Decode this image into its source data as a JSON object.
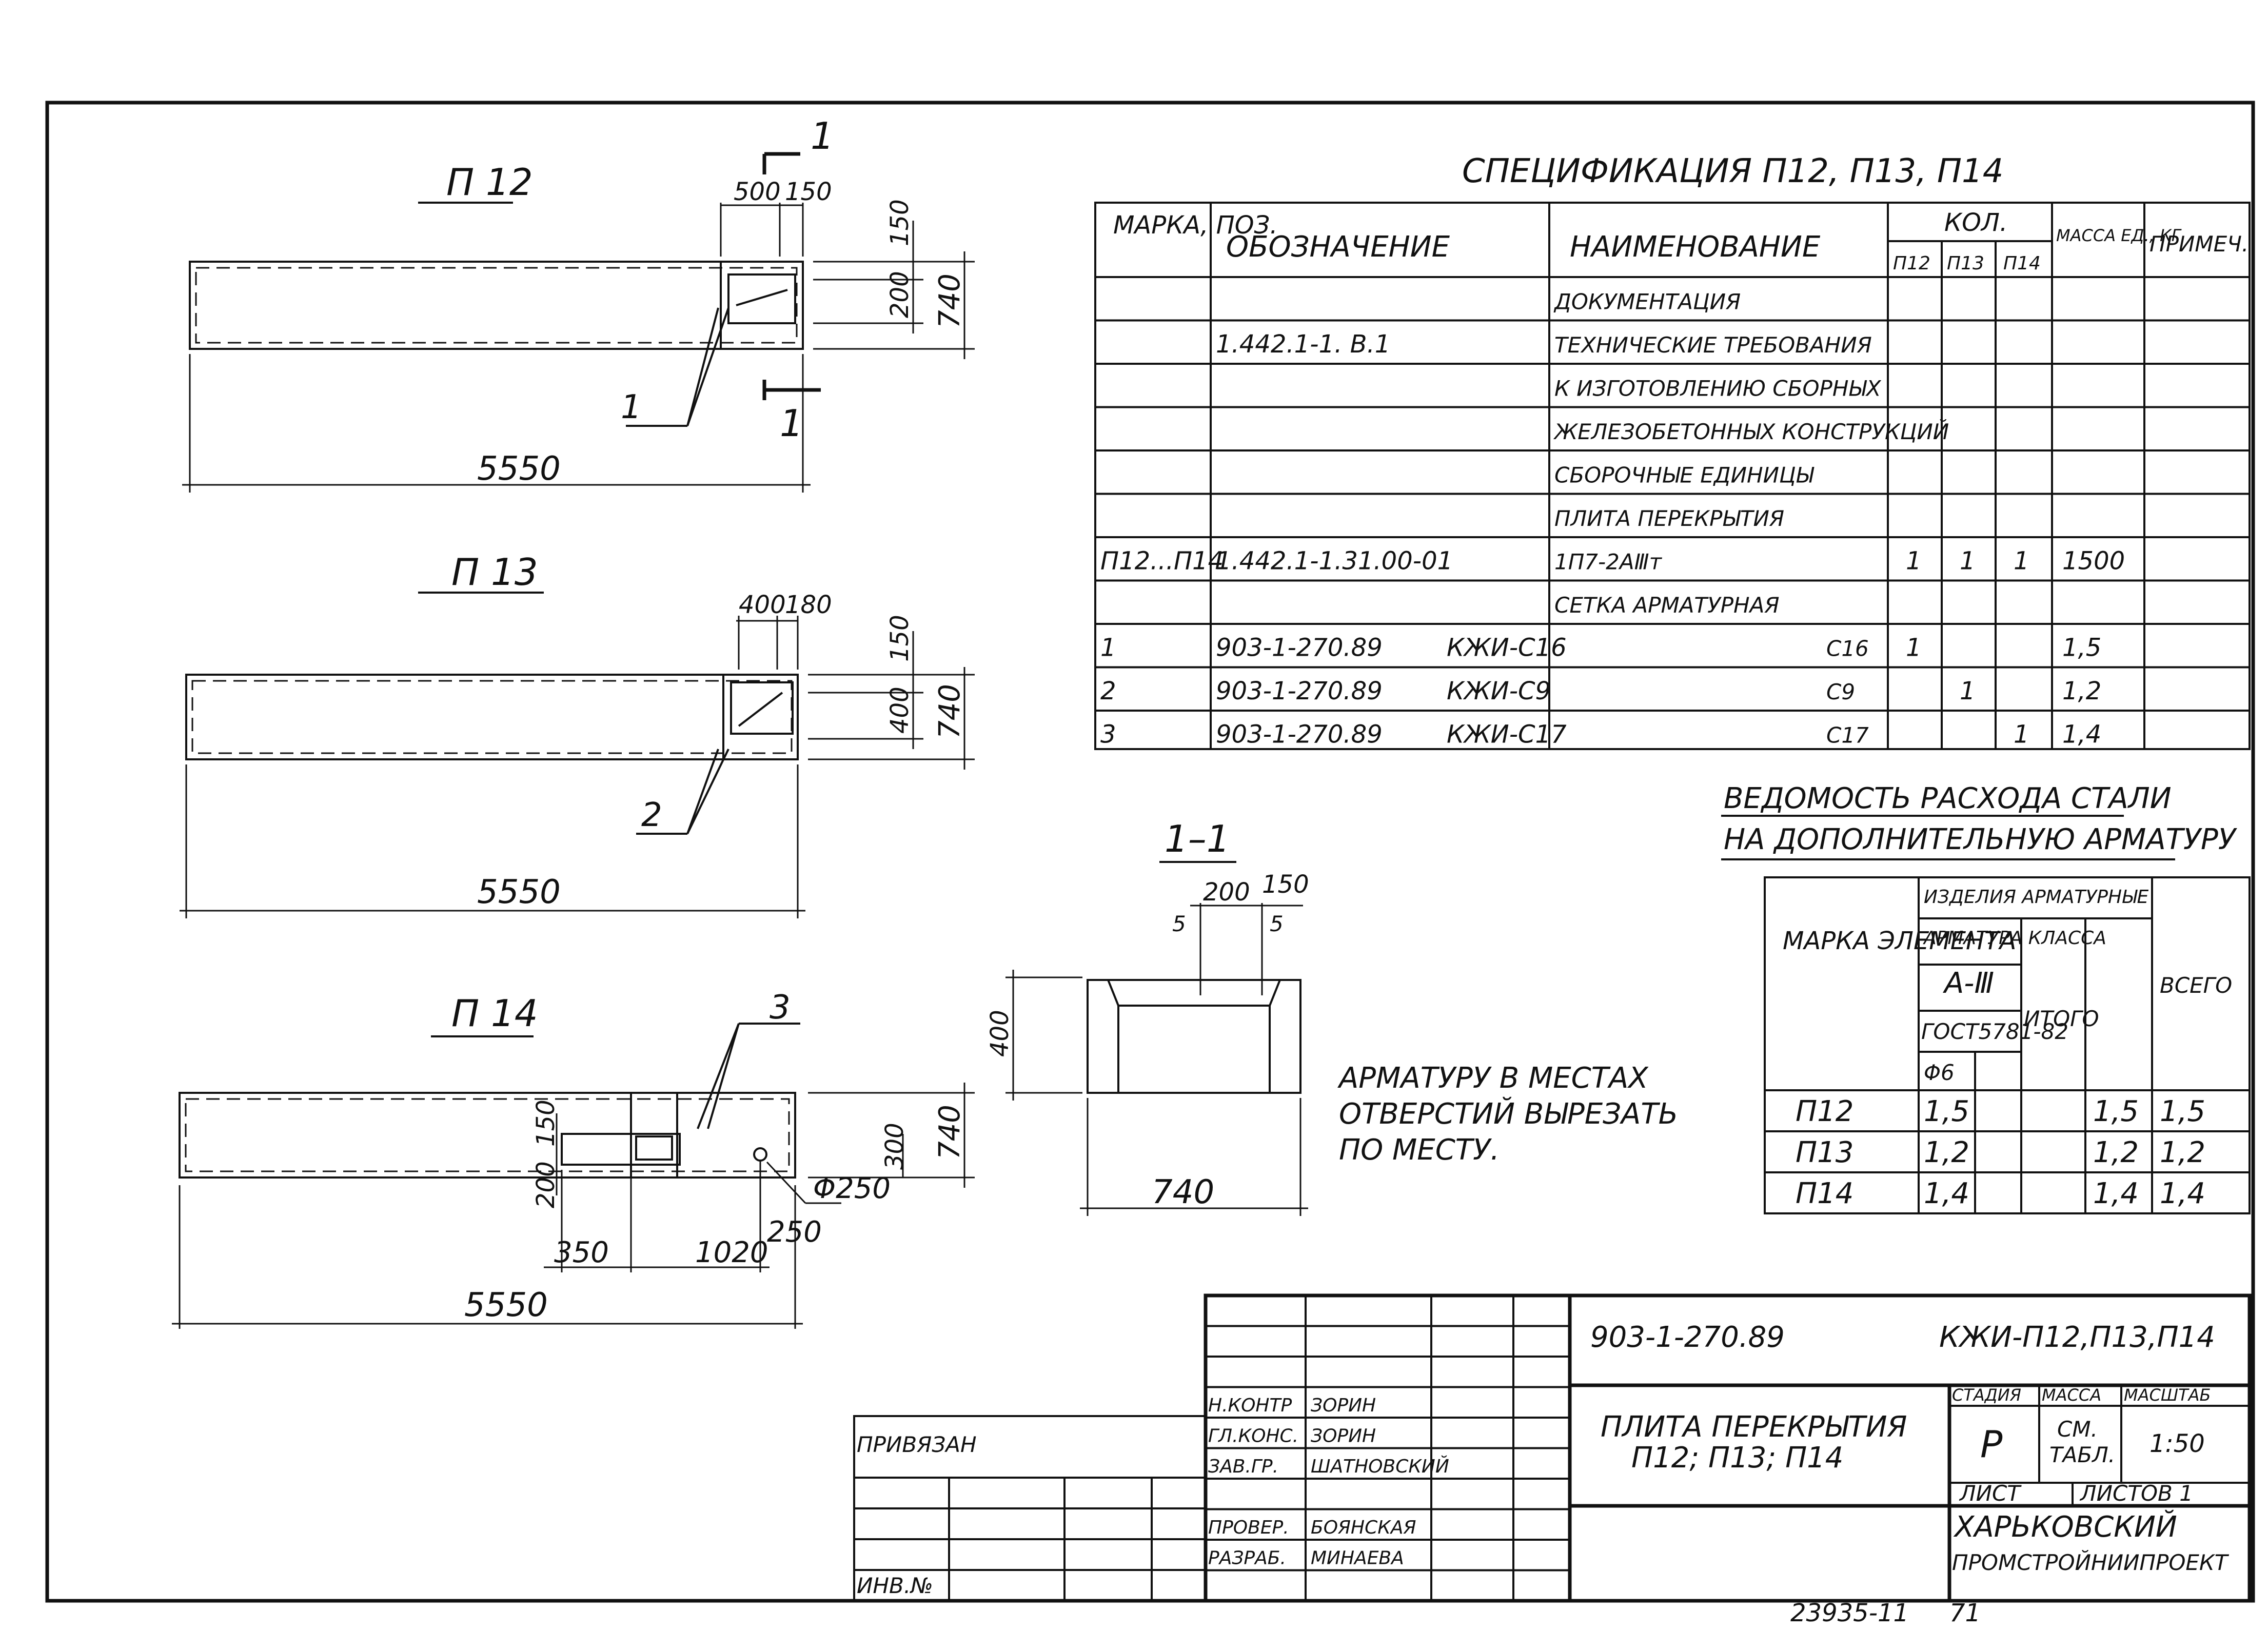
{
  "drawings": {
    "p12": {
      "title": "П 12",
      "dim_length": "5550",
      "dim_a": "500",
      "dim_b": "150",
      "dim_h1": "150",
      "dim_h2": "200",
      "dim_w": "740",
      "callout": "1",
      "section_mark": "1"
    },
    "p13": {
      "title": "П 13",
      "dim_length": "5550",
      "dim_a": "400",
      "dim_b": "180",
      "dim_h1": "150",
      "dim_h2": "400",
      "dim_w": "740",
      "callout": "2"
    },
    "p14": {
      "title": "П 14",
      "dim_length": "5550",
      "dim_h1": "150",
      "dim_h2": "200",
      "dim_h3": "300",
      "dim_w": "740",
      "callout": "3",
      "dim_350": "350",
      "dim_1020": "1020",
      "dim_250": "250",
      "hole": "Φ250"
    },
    "section": {
      "title": "1–1",
      "dim_200": "200",
      "dim_150": "150",
      "dim_5a": "5",
      "dim_5b": "5",
      "dim_400": "400",
      "dim_740": "740"
    }
  },
  "note": {
    "line1": "АРМАТУРУ В МЕСТАХ",
    "line2": "ОТВЕРСТИЙ ВЫРЕЗАТЬ",
    "line3": "ПО МЕСТУ."
  },
  "spec": {
    "title": "СПЕЦИФИКАЦИЯ П12, П13, П14",
    "headers": {
      "mark": "МАРКА, ПОЗ.",
      "designation": "ОБОЗНАЧЕНИЕ",
      "name": "НАИМЕНОВАНИЕ",
      "qty": "КОЛ.",
      "q12": "П12",
      "q13": "П13",
      "q14": "П14",
      "mass": "МАССА ЕД., КГ",
      "note": "ПРИМЕЧ."
    },
    "rows": [
      {
        "mark": "",
        "designation": "",
        "name": "ДОКУМЕНТАЦИЯ",
        "q12": "",
        "q13": "",
        "q14": "",
        "mass": ""
      },
      {
        "mark": "",
        "designation": "1.442.1-1. В.1",
        "name": "ТЕХНИЧЕСКИЕ ТРЕБОВАНИЯ",
        "q12": "",
        "q13": "",
        "q14": "",
        "mass": ""
      },
      {
        "mark": "",
        "designation": "",
        "name": "К ИЗГОТОВЛЕНИЮ СБОРНЫХ",
        "q12": "",
        "q13": "",
        "q14": "",
        "mass": ""
      },
      {
        "mark": "",
        "designation": "",
        "name": "ЖЕЛЕЗОБЕТОННЫХ КОНСТРУКЦИЙ",
        "q12": "",
        "q13": "",
        "q14": "",
        "mass": ""
      },
      {
        "mark": "",
        "designation": "",
        "name": "СБОРОЧНЫЕ ЕДИНИЦЫ",
        "q12": "",
        "q13": "",
        "q14": "",
        "mass": ""
      },
      {
        "mark": "",
        "designation": "",
        "name": "ПЛИТА ПЕРЕКРЫТИЯ",
        "q12": "",
        "q13": "",
        "q14": "",
        "mass": ""
      },
      {
        "mark": "П12...П14",
        "designation": "1.442.1-1.31.00-01",
        "name": "1П7-2АⅢт",
        "q12": "1",
        "q13": "1",
        "q14": "1",
        "mass": "1500"
      },
      {
        "mark": "",
        "designation": "",
        "name": "СЕТКА АРМАТУРНАЯ",
        "q12": "",
        "q13": "",
        "q14": "",
        "mass": ""
      },
      {
        "mark": "1",
        "designation": "903-1-270.89",
        "desig2": "КЖИ-С16",
        "name": "С16",
        "q12": "1",
        "q13": "",
        "q14": "",
        "mass": "1,5"
      },
      {
        "mark": "2",
        "designation": "903-1-270.89",
        "desig2": "КЖИ-С9",
        "name": "С9",
        "q12": "",
        "q13": "1",
        "q14": "",
        "mass": "1,2"
      },
      {
        "mark": "3",
        "designation": "903-1-270.89",
        "desig2": "КЖИ-С17",
        "name": "С17",
        "q12": "",
        "q13": "",
        "q14": "1",
        "mass": "1,4"
      }
    ]
  },
  "steel": {
    "title1": "ВЕДОМОСТЬ РАСХОДА СТАЛИ",
    "title2": "НА ДОПОЛНИТЕЛЬНУЮ АРМАТУРУ",
    "headers": {
      "mark": "МАРКА ЭЛЕМЕНТА",
      "products": "ИЗДЕЛИЯ АРМАТУРНЫЕ",
      "class": "АРМАТУРА КЛАССА",
      "grade": "А-Ⅲ",
      "gost": "ГОСТ5781-82",
      "dia": "Φ6",
      "sum": "ИТОГО",
      "total": "ВСЕГО"
    },
    "rows": [
      {
        "mark": "П12",
        "d6": "1,5",
        "sum": "1,5",
        "total": "1,5"
      },
      {
        "mark": "П13",
        "d6": "1,2",
        "sum": "1,2",
        "total": "1,2"
      },
      {
        "mark": "П14",
        "d6": "1,4",
        "sum": "1,4",
        "total": "1,4"
      }
    ]
  },
  "stamp": {
    "code": "903-1-270.89",
    "sheet_code": "КЖИ-П12,П13,П14",
    "title1": "ПЛИТА ПЕРЕКРЫТИЯ",
    "title2": "П12; П13; П14",
    "stage_h": "СТАДИЯ",
    "mass_h": "МАССА",
    "scale_h": "МАСШТАБ",
    "stage": "Р",
    "mass1": "СМ.",
    "mass2": "ТАБЛ.",
    "scale": "1:50",
    "sheet": "ЛИСТ",
    "sheets": "ЛИСТОВ 1",
    "org1": "ХАРЬКОВСКИЙ",
    "org2": "ПРОМСТРОЙНИИПРОЕКТ",
    "linked": "ПРИВЯЗАН",
    "inv": "ИНВ.№",
    "roles": [
      {
        "role": "Н.КОНТР",
        "name": "ЗОРИН"
      },
      {
        "role": "ГЛ.КОНС.",
        "name": "ЗОРИН"
      },
      {
        "role": "ЗАВ.ГР.",
        "name": "ШАТНОВСКИЙ"
      },
      {
        "role": "ПРОВЕР.",
        "name": "БОЯНСКАЯ"
      },
      {
        "role": "РАЗРАБ.",
        "name": "МИНАЕВА"
      }
    ]
  },
  "footer": {
    "number": "23935-11",
    "page": "71"
  }
}
